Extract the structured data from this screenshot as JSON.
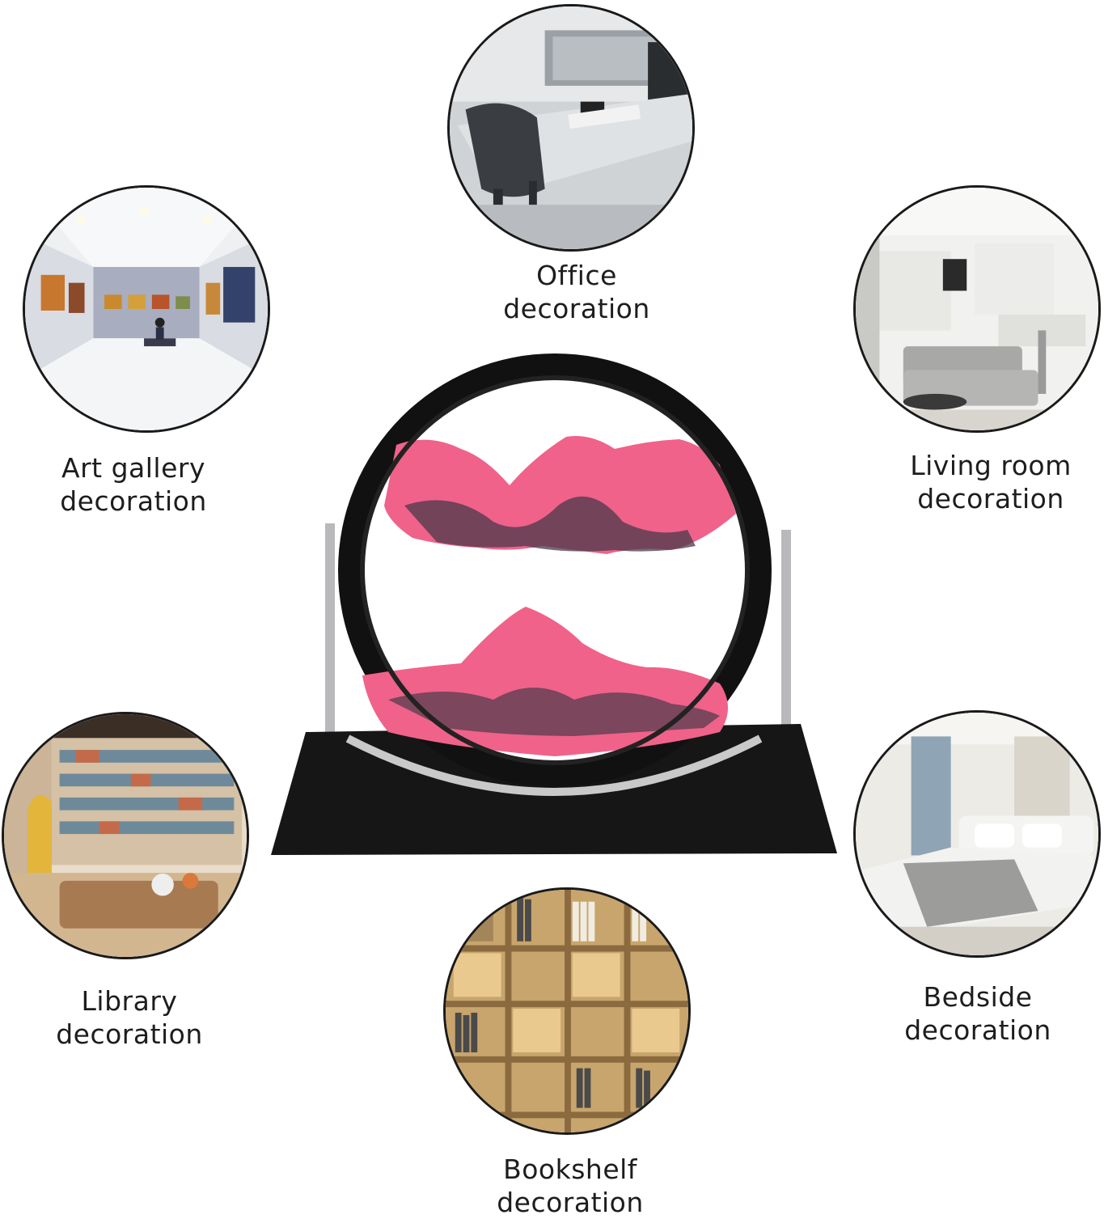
{
  "scenes": {
    "office": {
      "line1": "Office",
      "line2": "decoration"
    },
    "art_gallery": {
      "line1": "Art gallery",
      "line2": "decoration"
    },
    "living_room": {
      "line1": "Living room",
      "line2": "decoration"
    },
    "library": {
      "line1": "Library",
      "line2": "decoration"
    },
    "bedside": {
      "line1": "Bedside",
      "line2": "decoration"
    },
    "bookshelf": {
      "line1": "Bookshelf",
      "line2": "decoration"
    }
  },
  "colors": {
    "sand_pink": "#f0628a",
    "sand_dark": "#4a3a4a",
    "frame": "#151515",
    "text": "#1d1d1d"
  }
}
